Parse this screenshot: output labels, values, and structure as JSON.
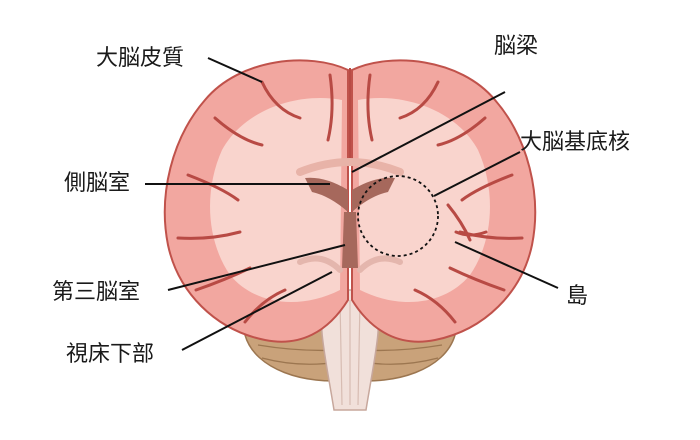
{
  "labels": {
    "cerebral_cortex": "大脳皮質",
    "corpus_callosum": "脳梁",
    "basal_ganglia": "大脳基底核",
    "lateral_ventricle": "側脳室",
    "third_ventricle": "第三脳室",
    "insula": "島",
    "hypothalamus": "視床下部"
  },
  "colors": {
    "cortex": "#f2a7a0",
    "cortex_outline": "#c0524b",
    "white_matter": "#f9d4cd",
    "sulcus": "#b84a44",
    "ventricle": "#a6685c",
    "cerebellum": "#c9a27a",
    "brainstem": "#f1e0da",
    "leader_line": "#111111"
  }
}
